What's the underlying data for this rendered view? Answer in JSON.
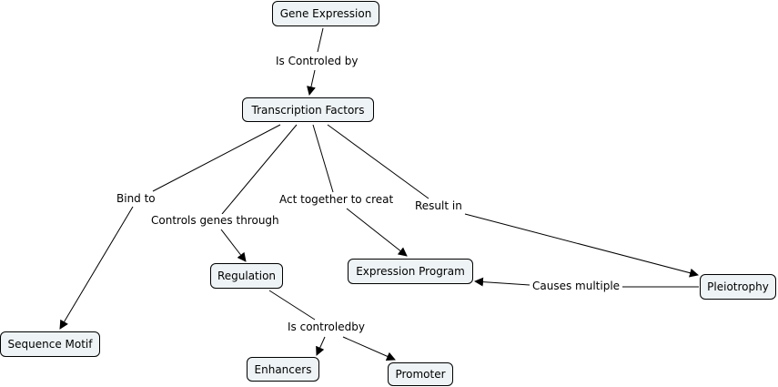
{
  "concepts": {
    "gene_expression": "Gene Expression",
    "transcription_factors": "Transcription Factors",
    "sequence_motif": "Sequence Motif",
    "regulation": "Regulation",
    "expression_program": "Expression Program",
    "pleiotrophy": "Pleiotrophy",
    "enhancers": "Enhancers",
    "promoter": "Promoter"
  },
  "links": {
    "is_controled_by": "Is Controled by",
    "bind_to": "Bind to",
    "controls_genes_through": "Controls genes through",
    "act_together": "Act together to creat",
    "result_in": "Result in",
    "causes_multiple": "Causes multiple",
    "is_controledby": "Is controledby"
  },
  "colors": {
    "node_fill": "#eef3f5",
    "line": "#000000"
  }
}
